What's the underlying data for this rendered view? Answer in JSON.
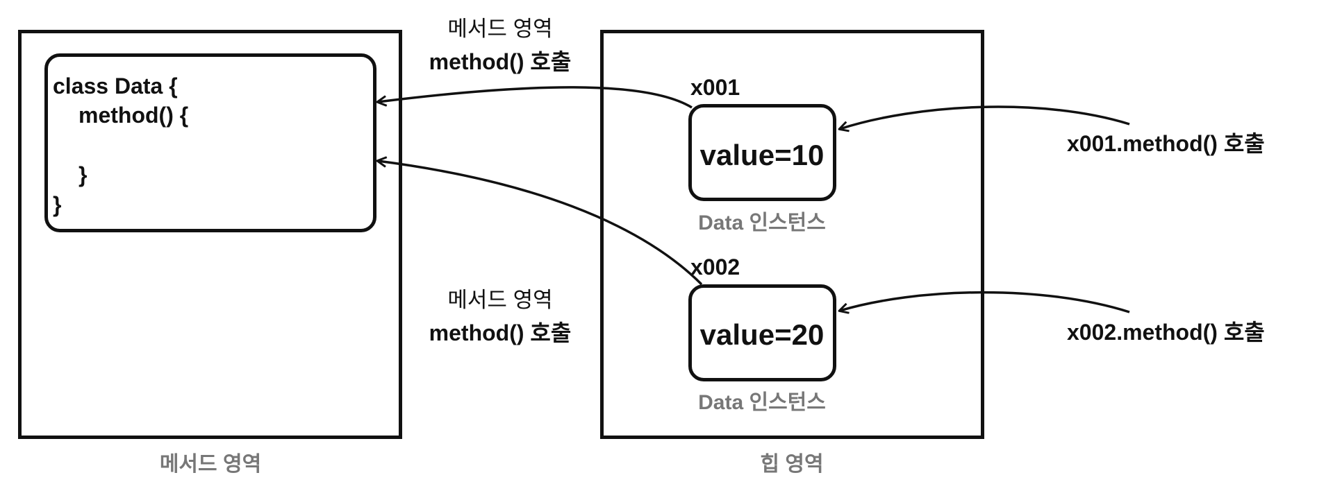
{
  "method_area": {
    "title": "메서드 영역",
    "code_lines": [
      "class Data {",
      "method() {",
      "}",
      "}"
    ]
  },
  "heap_area": {
    "title": "힙 영역",
    "instances": [
      {
        "ref": "x001",
        "value_text": "value=10",
        "caption": "Data 인스턴스"
      },
      {
        "ref": "x002",
        "value_text": "value=20",
        "caption": "Data 인스턴스"
      }
    ]
  },
  "arrow_labels": [
    {
      "line1": "메서드 영역",
      "line2": "method() 호출"
    },
    {
      "line1": "메서드 영역",
      "line2": "method() 호출"
    }
  ],
  "calls": [
    "x001.method() 호출",
    "x002.method() 호출"
  ]
}
